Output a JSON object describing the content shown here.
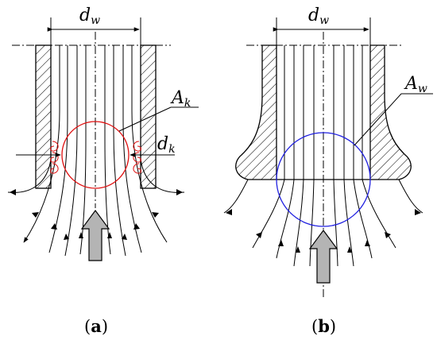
{
  "panel_a": {
    "dim_width": {
      "base": "d",
      "sub": "w"
    },
    "dim_diameter": {
      "base": "d",
      "sub": "k"
    },
    "area": {
      "base": "A",
      "sub": "k"
    },
    "caption": {
      "open": "(",
      "letter": "a",
      "close": ")"
    },
    "circle_color": "#e01010",
    "vortex_color": "#e01010"
  },
  "panel_b": {
    "dim_width": {
      "base": "d",
      "sub": "w"
    },
    "area": {
      "base": "A",
      "sub": "w"
    },
    "caption": {
      "open": "(",
      "letter": "b",
      "close": ")"
    },
    "circle_color": "#2020e0"
  },
  "colors": {
    "line": "#000000",
    "arrow_fill": "#b4b4b4"
  }
}
